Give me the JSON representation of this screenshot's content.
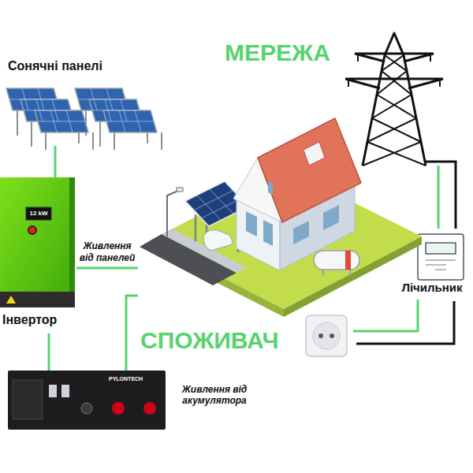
{
  "diagram": {
    "nodes": [
      {
        "text": [
          "Сонячні панелі"
        ]
      },
      {
        "text": [
          "МЕРЕЖА"
        ]
      },
      {
        "text": [
          "12 kW",
          "Інвертор"
        ]
      },
      {
        "text": [
          "Лічильник"
        ]
      },
      {
        "text": [
          "СПОЖИВАЧ"
        ]
      },
      {
        "text": [
          "PYLONTECH"
        ]
      }
    ],
    "edges": [
      {
        "from": 0,
        "to": 2,
        "arrow": "none"
      },
      {
        "from": 2,
        "to": 4,
        "label": "Живлення від панелей",
        "arrow": "none"
      },
      {
        "from": 2,
        "to": 5,
        "arrow": "none"
      },
      {
        "from": 5,
        "to": 4,
        "arrow": "none"
      },
      {
        "from": 1,
        "to": 3,
        "arrow": "none"
      },
      {
        "from": 3,
        "to": 4,
        "arrow": "none"
      }
    ],
    "labels": [
      "Живлення від акумулятора"
    ]
  }
}
